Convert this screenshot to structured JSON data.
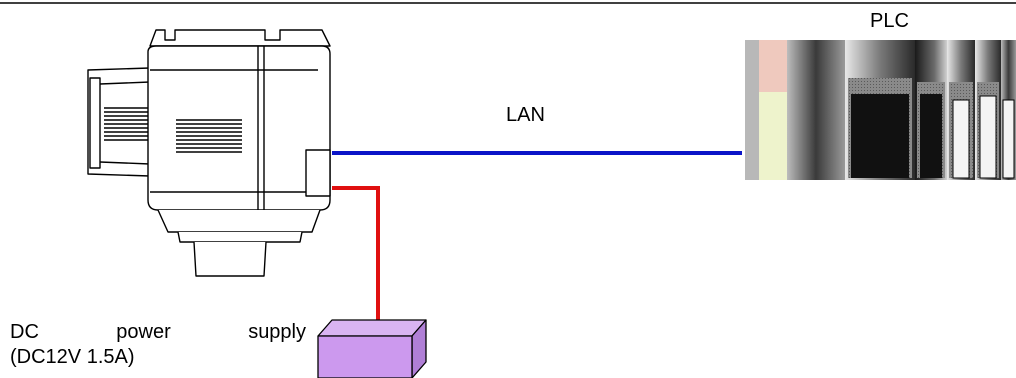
{
  "labels": {
    "lan": "LAN",
    "plc": "PLC",
    "power_supply_words": [
      "DC",
      "power",
      "supply"
    ],
    "power_supply_rating": "(DC12V 1.5A)"
  },
  "colors": {
    "lan_cable": "#0a14c8",
    "power_cable": "#e01010",
    "power_supply_box": "#cc99ee",
    "camera_outline": "#000000",
    "plc_accent_pink": "#efc9be",
    "plc_accent_green": "#eef3cc"
  },
  "icons": {
    "camera": "industrial-camera-icon",
    "plc": "plc-rack-icon",
    "power_supply": "power-supply-box-icon"
  }
}
